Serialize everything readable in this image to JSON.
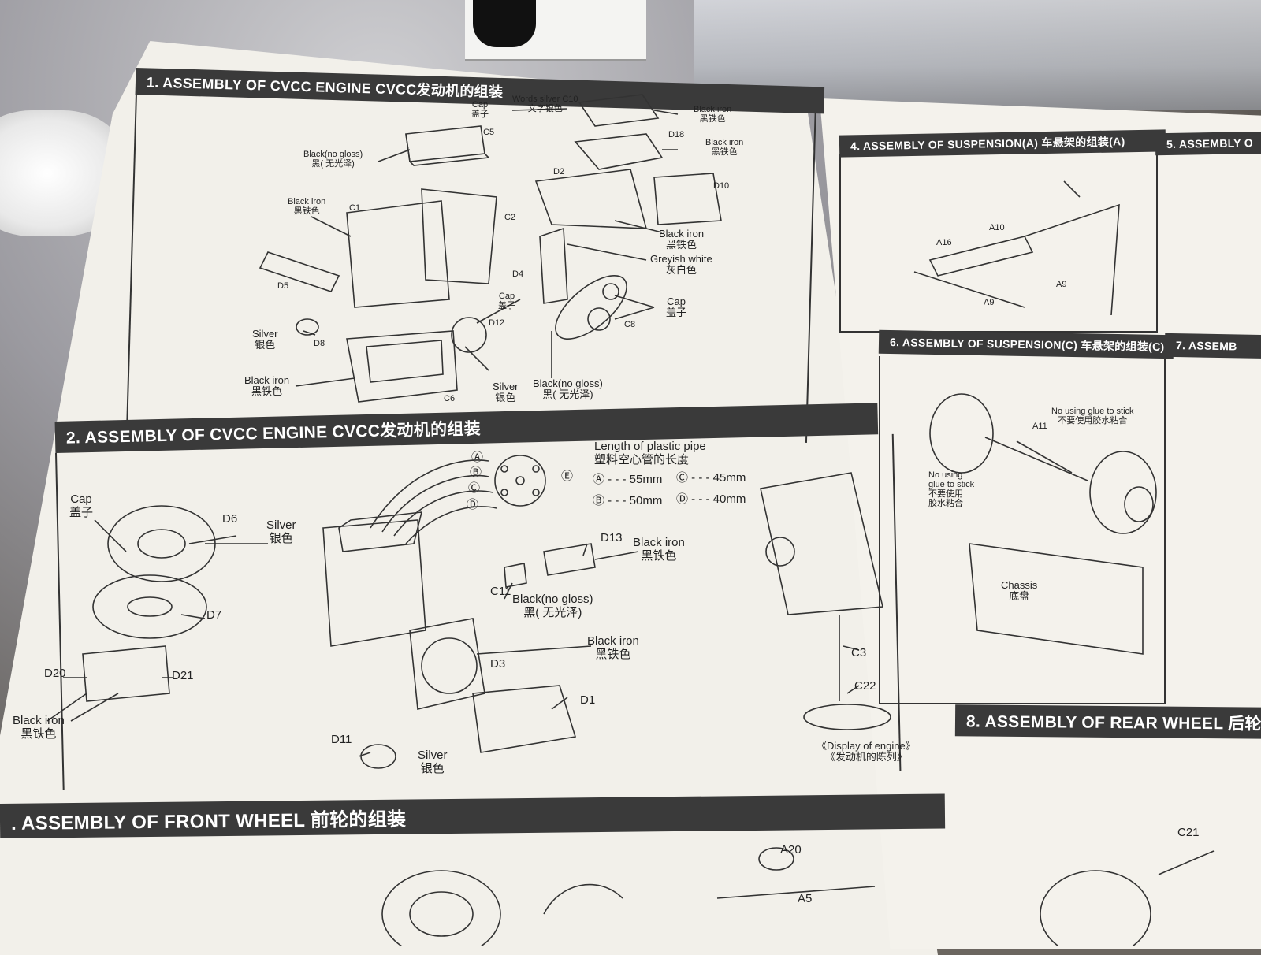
{
  "sections": {
    "s1": {
      "title": "1. ASSEMBLY OF CVCC ENGINE CVCC发动机的组装"
    },
    "s2": {
      "title": "2. ASSEMBLY OF CVCC ENGINE CVCC发动机的组装"
    },
    "s3": {
      "title": ". ASSEMBLY OF FRONT WHEEL 前轮的组装"
    },
    "s4": {
      "title": "4. ASSEMBLY OF SUSPENSION(A) 车悬架的组装(A)"
    },
    "s5": {
      "title": "5. ASSEMBLY O"
    },
    "s6": {
      "title": "6. ASSEMBLY OF SUSPENSION(C) 车悬架的组装(C)"
    },
    "s7": {
      "title": "7. ASSEMB"
    },
    "s8": {
      "title": "8. ASSEMBLY OF REAR WHEEL 后轮"
    }
  },
  "labels_s1": {
    "cap_c10": "Cap\n盖子",
    "words_silver": "Words silver C10\n文字银色",
    "black_iron_top": "Black iron\n黑铁色",
    "c5": "C5",
    "d18": "D18",
    "black_no_gloss_top": "Black(no gloss)\n黑( 无光泽)",
    "black_iron_d18": "Black iron\n黑铁色",
    "d2": "D2",
    "d10": "D10",
    "black_iron_c1": "Black iron\n黑铁色",
    "c1": "C1",
    "c2": "C2",
    "black_iron_mid": "Black iron\n黑铁色",
    "greyish_white": "Greyish white\n灰白色",
    "d5": "D5",
    "d4": "D4",
    "cap_d12": "Cap\n盖子",
    "cap_c8": "Cap\n盖子",
    "d12": "D12",
    "c8": "C8",
    "silver_d8": "Silver\n银色",
    "d8": "D8",
    "black_iron_c6": "Black iron\n黑铁色",
    "c6": "C6",
    "silver_bottom": "Silver\n银色",
    "black_no_gloss_bottom": "Black(no gloss)\n黑( 无光泽)"
  },
  "labels_s2": {
    "cap_d6": "Cap\n盖子",
    "d6": "D6",
    "silver_d6": "Silver\n银色",
    "d7": "D7",
    "d20": "D20",
    "d21": "D21",
    "black_iron_d20": "Black iron\n黑铁色",
    "pipe_title": "Length of plastic pipe\n塑料空心管的长度",
    "pipe_a": "Ⓐ - - - 55mm",
    "pipe_c": "Ⓒ - - - 45mm",
    "pipe_b": "Ⓑ - - - 50mm",
    "pipe_d": "Ⓓ - - - 40mm",
    "circ_a": "Ⓐ",
    "circ_b": "Ⓑ",
    "circ_c": "Ⓒ",
    "circ_d": "Ⓓ",
    "circ_e": "Ⓔ",
    "d13": "D13",
    "black_iron_d13": "Black iron\n黑铁色",
    "c11": "C11",
    "black_no_gloss_c11": "Black(no gloss)\n黑( 无光泽)",
    "black_iron_d3": "Black iron\n黑铁色",
    "d3": "D3",
    "d1": "D1",
    "d11": "D11",
    "silver_d11": "Silver\n银色",
    "c3": "C3",
    "c22": "C22",
    "display_engine": "《Display of engine》\n《发动机的陈列》"
  },
  "labels_s3": {
    "a20": "A20",
    "a5": "A5"
  },
  "labels_s4": {
    "a10": "A10",
    "a16": "A16",
    "a9_left": "A9",
    "a9_right": "A9"
  },
  "labels_s6": {
    "no_glue_top": "No using glue to stick\n不要使用胶水粘合",
    "a11": "A11",
    "no_glue_left": "No using\nglue to stick\n不要使用\n胶水粘合",
    "chassis": "Chassis\n底盘"
  },
  "labels_s8": {
    "c21": "C21"
  }
}
